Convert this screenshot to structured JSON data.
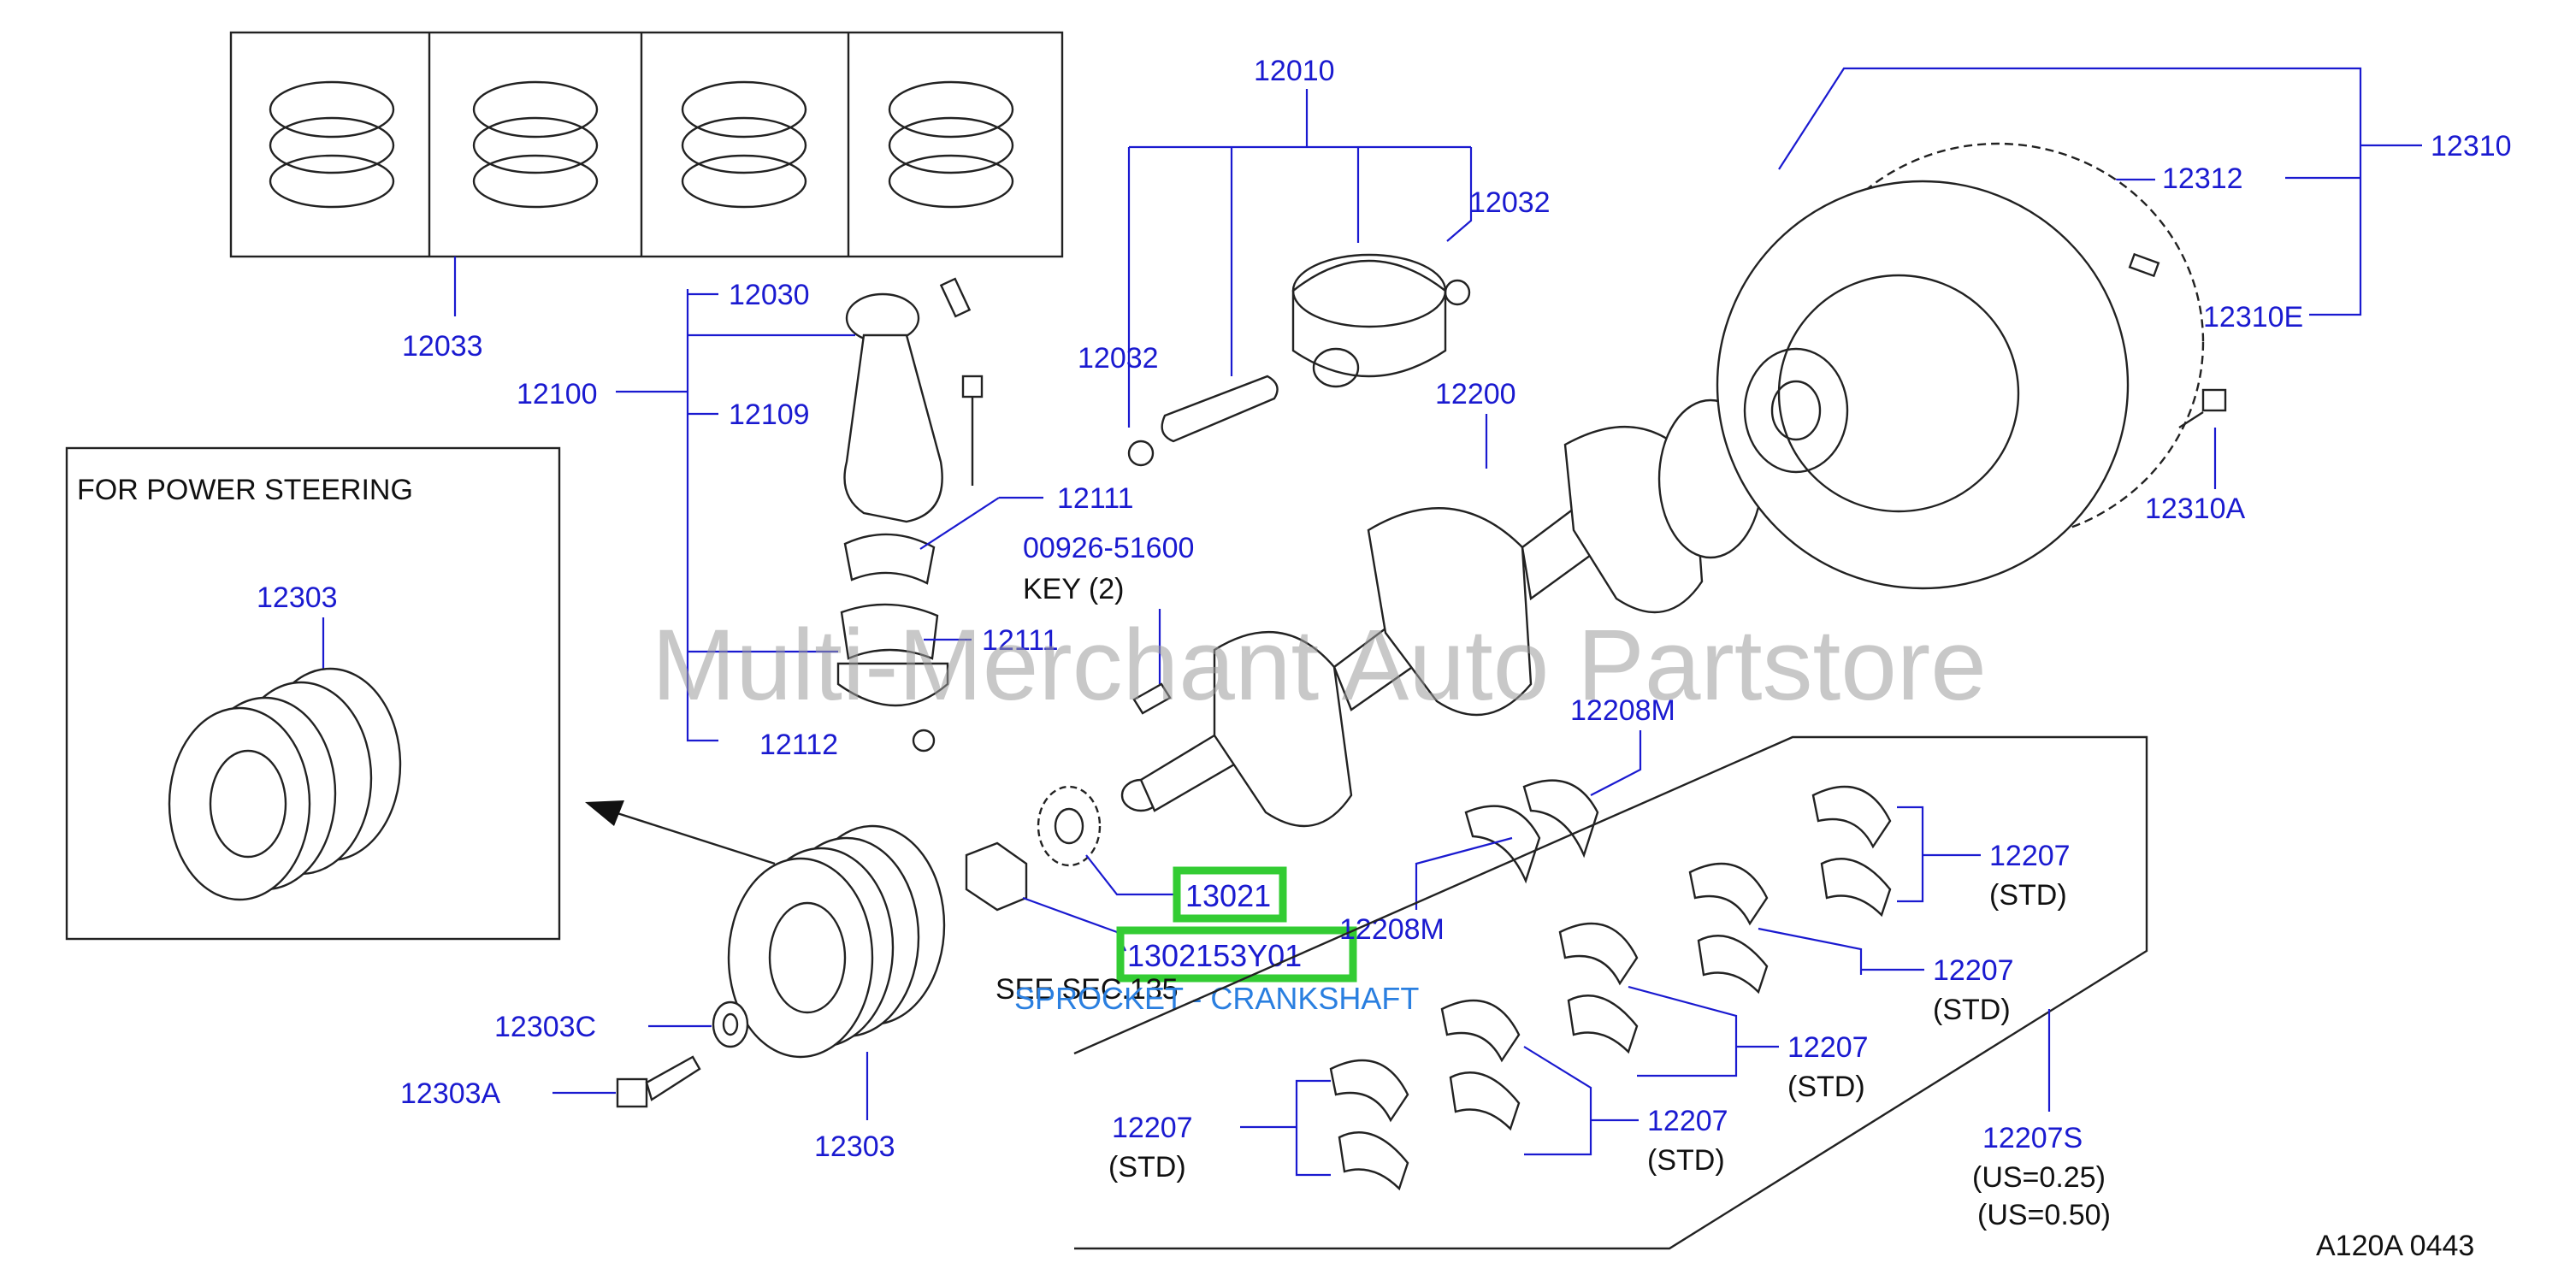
{
  "diagram": {
    "labels": {
      "p12010": "12010",
      "p12032a": "12032",
      "p12032b": "12032",
      "p12033": "12033",
      "p12030": "12030",
      "p12100": "12100",
      "p12109": "12109",
      "p12111a": "12111",
      "p12111b": "12111",
      "p12112": "12112",
      "p00926": "00926-51600",
      "key": "KEY   (2)",
      "p12200": "12200",
      "p12310": "12310",
      "p12312": "12312",
      "p12310E": "12310E",
      "p12310A": "12310A",
      "p12208Ma": "12208M",
      "p12208Mb": "12208M",
      "p13021": "13021",
      "p1302153Y01": "1302153Y01",
      "sprocket": "SPROCKET - CRANKSHAFT",
      "seeSec": "SEE  SEC.135",
      "powerSteering": "FOR  POWER  STEERING",
      "p12303inset": "12303",
      "p12303": "12303",
      "p12303C": "12303C",
      "p12303A": "12303A",
      "p12207a": "12207",
      "std_a": "(STD)",
      "p12207b": "12207",
      "std_b": "(STD)",
      "p12207c": "12207",
      "std_c": "(STD)",
      "p12207d": "12207",
      "std_d": "(STD)",
      "p12207e": "12207",
      "std_e": "(STD)",
      "p12207S": "12207S",
      "us025": "(US=0.25)",
      "us050": "(US=0.50)",
      "ref": "A120A   0443",
      "watermark": "Multi-Merchant Auto Partstore"
    },
    "colors": {
      "partNumber": "#1a1ad0",
      "highlight": "#33cc33",
      "subtitle": "#2a7fe0",
      "watermark": "#9a9a9a"
    }
  }
}
